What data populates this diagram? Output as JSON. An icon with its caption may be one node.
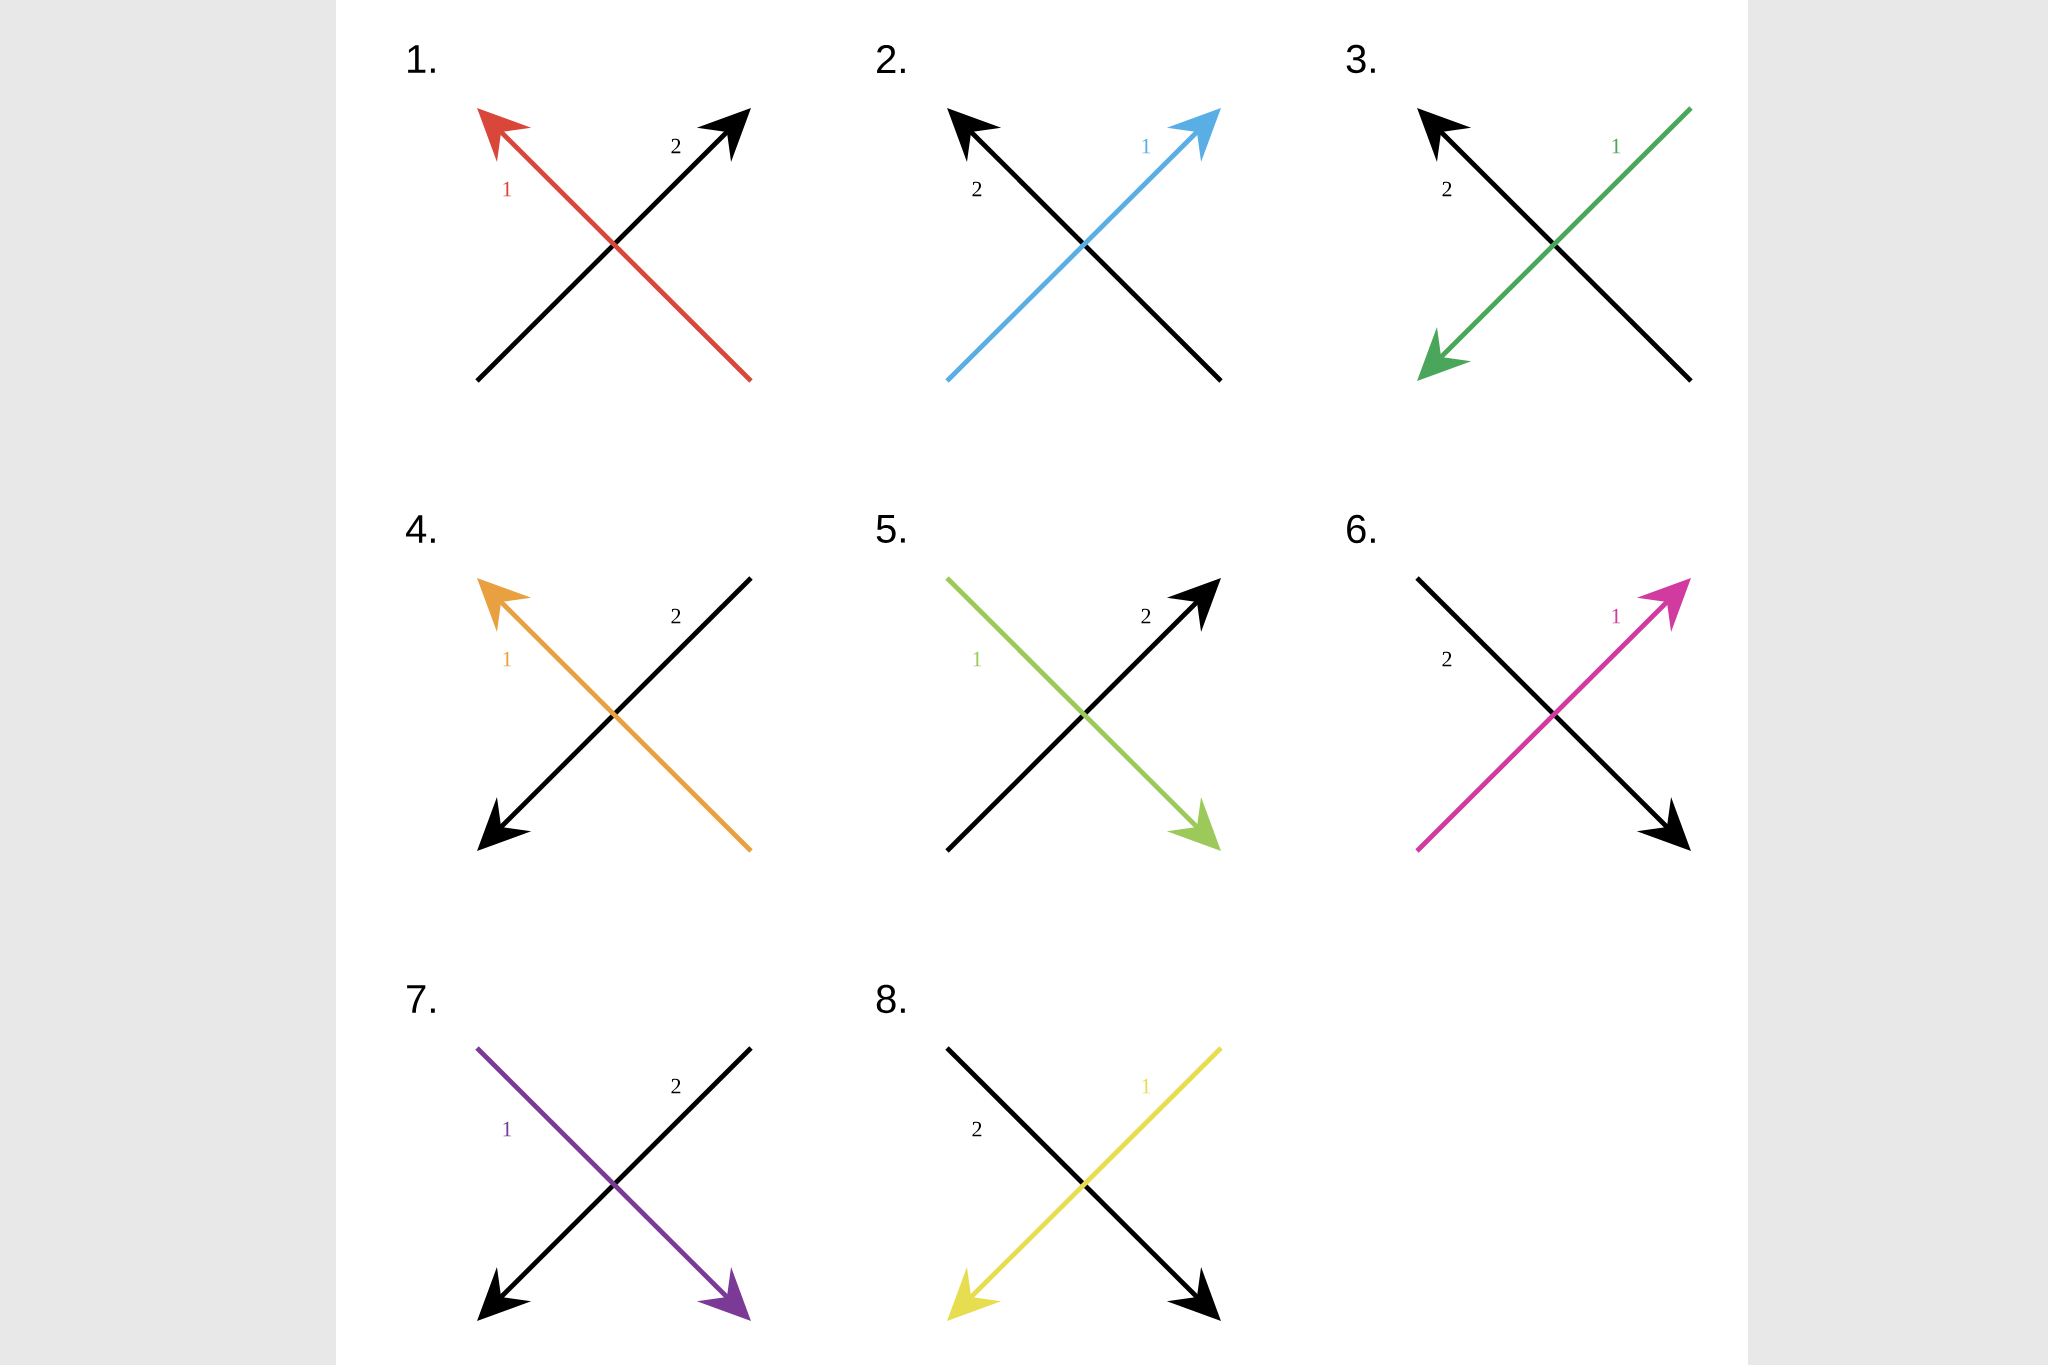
{
  "diagram": {
    "labels": [
      "1.",
      "2",
      "1",
      "2.",
      "1",
      "2",
      "3.",
      "1",
      "2",
      "4.",
      "2",
      "1",
      "5.",
      "2",
      "1",
      "6.",
      "1",
      "2",
      "7.",
      "2",
      "1",
      "8.",
      "1",
      "2"
    ]
  }
}
